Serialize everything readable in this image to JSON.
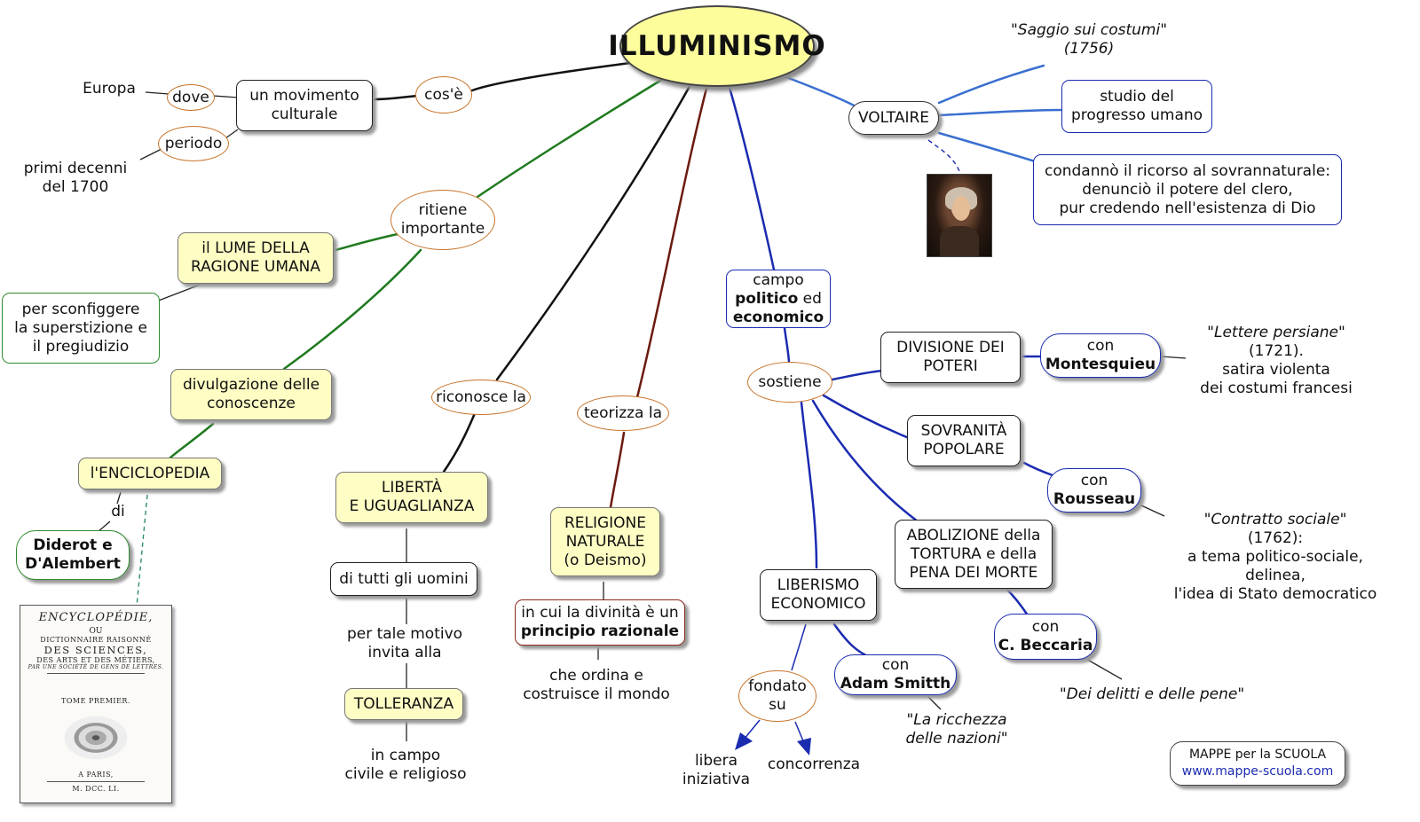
{
  "title": "ILLUMINISMO",
  "nodes": {
    "cose": "cos'è",
    "movimento": "un movimento\nculturale",
    "dove": "dove",
    "europa": "Europa",
    "periodo": "periodo",
    "decenni": "primi decenni\ndel 1700",
    "ritiene": "ritiene\nimportante",
    "lume": "il LUME DELLA\nRAGIONE UMANA",
    "sconfiggere": "per sconfiggere\nla superstizione e\nil pregiudizio",
    "divulgazione": "divulgazione delle\nconoscenze",
    "enciclopedia": "l'ENCICLOPEDIA",
    "di": "di",
    "diderot": "Diderot e\nD'Alembert",
    "riconosce": "riconosce la",
    "liberta": "LIBERTÀ\nE UGUAGLIANZA",
    "tutti": "di tutti gli uomini",
    "motivo": "per tale motivo\ninvita alla",
    "tolleranza": "TOLLERANZA",
    "campo_civile": "in campo\ncivile e religioso",
    "teorizza": "teorizza la",
    "religione": "RELIGIONE\nNATURALE\n(o Deismo)",
    "divinita_1": "in cui la divinità è un",
    "divinita_2": "principio razionale",
    "ordina": "che ordina e\ncostruisce il mondo",
    "campo_1": "campo",
    "campo_2": "politico",
    "campo_3": " ed",
    "campo_4": "economico",
    "sostiene": "sostiene",
    "divisione": "DIVISIONE DEI\nPOTERI",
    "con_m": "con",
    "montesquieu": "Montesquieu",
    "lettere": "\"Lettere persiane\"",
    "lettere_2": "(1721).\nsatira violenta\ndei costumi francesi",
    "sovranita": "SOVRANITÀ\nPOPOLARE",
    "con_r": "con",
    "rousseau": "Rousseau",
    "contratto": "\"Contratto sociale\"",
    "contratto_2": "(1762):\na tema politico-sociale,\ndelinea,\nl'idea di Stato democratico",
    "abolizione": "ABOLIZIONE della\nTORTURA e della\nPENA DEI MORTE",
    "con_b": "con",
    "beccaria": "C. Beccaria",
    "delitti": "\"Dei delitti e delle pene\"",
    "liberismo": "LIBERISMO\nECONOMICO",
    "con_s": "con",
    "smith": "Adam Smitth",
    "ricchezza": "\"La ricchezza\ndelle nazioni\"",
    "fondato": "fondato\nsu",
    "libera": "libera\niniziativa",
    "concorrenza": "concorrenza",
    "voltaire": "VOLTAIRE",
    "saggio": "\"Saggio sui costumi\"\n(1756)",
    "studio": "studio del\nprogresso umano",
    "condanno": "condannò il ricorso al sovrannaturale:\ndenunciò il potere del clero,\npur credendo nell'esistenza di Dio"
  },
  "encyclopedie": {
    "title": "ENCYCLOPÉDIE,",
    "ou": "OU",
    "line1": "DICTIONNAIRE RAISONNÉ",
    "line2": "DES SCIENCES,",
    "line3": "DES ARTS ET DES MÉTIERS,",
    "line4": "PAR UNE SOCIÉTÉ DE GENS DE LETTRES.",
    "tome": "TOME PREMIER.",
    "city": "A PARIS,",
    "year": "M. DCC. LI."
  },
  "credit": {
    "line1": "MAPPE per la SCUOLA",
    "url": "www.mappe-scuola.com"
  },
  "colors": {
    "black_link": "#111111",
    "green_link": "#1f7a1f",
    "darkred_link": "#6b1a10",
    "blue_link": "#1b2bb0",
    "voltaire_link": "#3a6fd0",
    "title_fill": "#fdfd9c",
    "yellow_box": "#fefdc4"
  }
}
